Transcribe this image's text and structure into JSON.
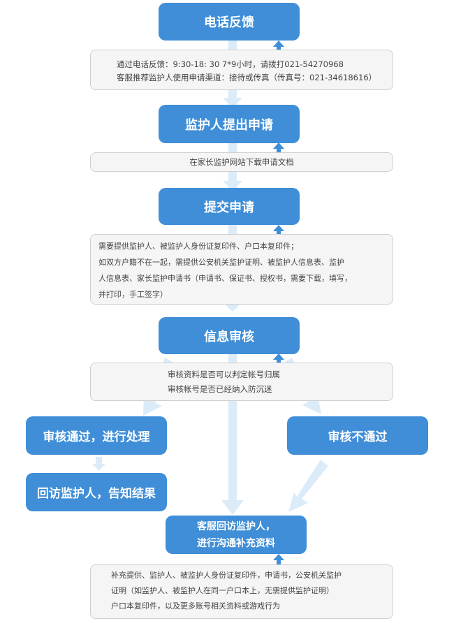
{
  "steps": {
    "phone_feedback": "电话反馈",
    "guardian_apply": "监护人提出申请",
    "submit_apply": "提交申请",
    "info_review": "信息审核",
    "review_pass": "审核通过，进行处理",
    "review_fail": "审核不通过",
    "revisit_guardian": "回访监护人，告知结果",
    "cs_revisit_line1": "客服回访监护人，",
    "cs_revisit_line2": "进行沟通补充资料"
  },
  "notes": {
    "phone": [
      "通过电话反馈：9:30-18: 30 7*9小时，请拨打021-54270968",
      "客服推荐监护人使用申请渠道：接待或传真（传真号：021-34618616）"
    ],
    "download": "在家长监护网站下载申请文档",
    "submit": [
      "需要提供监护人、被监护人身份证复印件、户口本复印件；",
      "如双方户籍不在一起，需提供公安机关监护证明、被监护人信息表、监护",
      "人信息表、家长监护申请书（申请书、保证书、授权书，需要下载，填写，",
      "并打印，手工签字）"
    ],
    "review": [
      "审核资料是否可以判定帐号归属",
      "审核帐号是否已经纳入防沉迷"
    ],
    "supplement": [
      "补充提供、监护人、被监护人身份证复印件，申请书，公安机关监护",
      "证明（如监护人、被监护人在同一户口本上，无需提供监护证明）",
      "户口本复印件，以及更多账号相关资料或游戏行为"
    ]
  },
  "colors": {
    "box_fill": "#3f8ed7",
    "box_text": "#ffffff",
    "arrow_light": "#dcebf8",
    "arrow_dark": "#3f8ed7",
    "note_fill": "#f5f5f5",
    "note_border": "#cfcfcf"
  }
}
